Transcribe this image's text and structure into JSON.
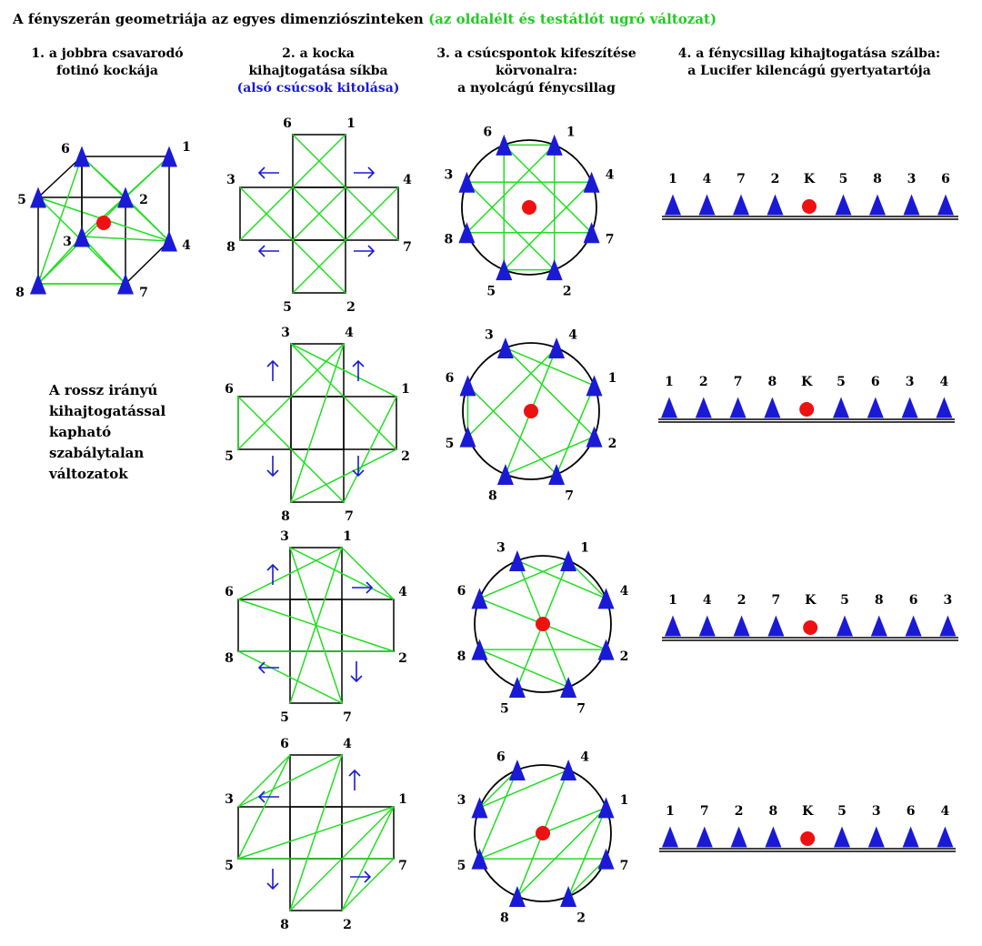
{
  "title": {
    "main": "A fényszerán geometriája az egyes dimenziószinteken",
    "variant": "(az oldalélt és testátlót ugró változat)"
  },
  "headers": {
    "col1": [
      "1. a jobbra csavarodó",
      "fotinó kockája"
    ],
    "col2": [
      "2. a kocka",
      "kihajtogatása síkba"
    ],
    "col2_note": "(alsó csúcsok kitolása)",
    "col3": [
      "3. a csúcspontok kifeszítése",
      "körvonalra:",
      "a nyolcágú fénycsillag"
    ],
    "col4": [
      "4. a fénycsillag kihajtogatása szálba:",
      "a Lucifer kilencágú gyertyatartója"
    ]
  },
  "side_note": [
    "A rossz irányú",
    "kihajtogatással",
    "kapható",
    "szabálytalan",
    "változatok"
  ],
  "colors": {
    "vertex_blue": "#1a1ad6",
    "center_red": "#ee1111",
    "edge_green": "#22dd22",
    "outline_black": "#000000",
    "title_green": "#22cc22"
  },
  "icons": {
    "vertex": "blue-triangle-icon",
    "center": "red-dot-icon",
    "fold_direction": "blue-arrow-icon"
  },
  "cube": {
    "vertex_labels": [
      "1",
      "2",
      "3",
      "4",
      "5",
      "6",
      "7",
      "8"
    ],
    "center_label": "K"
  },
  "rows": [
    {
      "net": {
        "labels": [
          "6",
          "1",
          "3",
          "4",
          "8",
          "7",
          "5",
          "2"
        ],
        "connections": [
          [
            "1",
            "5"
          ],
          [
            "5",
            "3"
          ],
          [
            "3",
            "7"
          ],
          [
            "7",
            "2"
          ],
          [
            "2",
            "6"
          ],
          [
            "6",
            "4"
          ],
          [
            "4",
            "8"
          ],
          [
            "8",
            "1"
          ]
        ]
      },
      "circle": {
        "labels": [
          "6",
          "1",
          "3",
          "4",
          "8",
          "7",
          "5",
          "2"
        ],
        "connections": [
          [
            "1",
            "5"
          ],
          [
            "5",
            "3"
          ],
          [
            "3",
            "7"
          ],
          [
            "7",
            "2"
          ],
          [
            "2",
            "6"
          ],
          [
            "6",
            "4"
          ],
          [
            "4",
            "8"
          ],
          [
            "8",
            "1"
          ]
        ]
      },
      "line": [
        "1",
        "4",
        "7",
        "2",
        "K",
        "5",
        "8",
        "3",
        "6"
      ]
    },
    {
      "net": {
        "labels": [
          "3",
          "4",
          "6",
          "1",
          "5",
          "2",
          "8",
          "7"
        ],
        "connections": [
          [
            "1",
            "3"
          ],
          [
            "3",
            "2"
          ],
          [
            "2",
            "8"
          ],
          [
            "8",
            "4"
          ],
          [
            "4",
            "5"
          ],
          [
            "5",
            "6"
          ],
          [
            "6",
            "7"
          ],
          [
            "7",
            "1"
          ]
        ]
      },
      "circle": {
        "labels": [
          "3",
          "4",
          "6",
          "1",
          "5",
          "2",
          "8",
          "7"
        ],
        "connections": [
          [
            "1",
            "3"
          ],
          [
            "3",
            "2"
          ],
          [
            "2",
            "8"
          ],
          [
            "8",
            "4"
          ],
          [
            "4",
            "5"
          ],
          [
            "5",
            "6"
          ],
          [
            "6",
            "7"
          ],
          [
            "7",
            "1"
          ]
        ]
      },
      "line": [
        "1",
        "2",
        "7",
        "8",
        "K",
        "5",
        "6",
        "3",
        "4"
      ]
    },
    {
      "net": {
        "labels": [
          "3",
          "1",
          "6",
          "4",
          "8",
          "2",
          "5",
          "7"
        ],
        "connections": [
          [
            "1",
            "6"
          ],
          [
            "6",
            "2"
          ],
          [
            "2",
            "8"
          ],
          [
            "8",
            "7"
          ],
          [
            "7",
            "3"
          ],
          [
            "3",
            "4"
          ],
          [
            "4",
            "1"
          ],
          [
            "1",
            "5"
          ]
        ]
      },
      "circle": {
        "labels": [
          "3",
          "1",
          "6",
          "4",
          "8",
          "2",
          "5",
          "7"
        ],
        "connections": [
          [
            "1",
            "6"
          ],
          [
            "6",
            "2"
          ],
          [
            "2",
            "8"
          ],
          [
            "8",
            "7"
          ],
          [
            "7",
            "3"
          ],
          [
            "3",
            "4"
          ],
          [
            "4",
            "1"
          ],
          [
            "1",
            "5"
          ]
        ]
      },
      "line": [
        "1",
        "4",
        "2",
        "7",
        "K",
        "5",
        "8",
        "6",
        "3"
      ]
    },
    {
      "net": {
        "labels": [
          "6",
          "4",
          "3",
          "1",
          "5",
          "7",
          "8",
          "2"
        ],
        "connections": [
          [
            "1",
            "5"
          ],
          [
            "5",
            "6"
          ],
          [
            "6",
            "3"
          ],
          [
            "3",
            "4"
          ],
          [
            "4",
            "8"
          ],
          [
            "8",
            "1"
          ],
          [
            "1",
            "2"
          ],
          [
            "2",
            "7"
          ],
          [
            "7",
            "5"
          ]
        ]
      },
      "circle": {
        "labels": [
          "6",
          "4",
          "3",
          "1",
          "5",
          "7",
          "8",
          "2"
        ],
        "connections": [
          [
            "1",
            "5"
          ],
          [
            "5",
            "6"
          ],
          [
            "6",
            "3"
          ],
          [
            "3",
            "4"
          ],
          [
            "4",
            "8"
          ],
          [
            "8",
            "1"
          ],
          [
            "1",
            "2"
          ],
          [
            "2",
            "7"
          ],
          [
            "7",
            "5"
          ]
        ]
      },
      "line": [
        "1",
        "7",
        "2",
        "8",
        "K",
        "5",
        "3",
        "6",
        "4"
      ]
    }
  ]
}
